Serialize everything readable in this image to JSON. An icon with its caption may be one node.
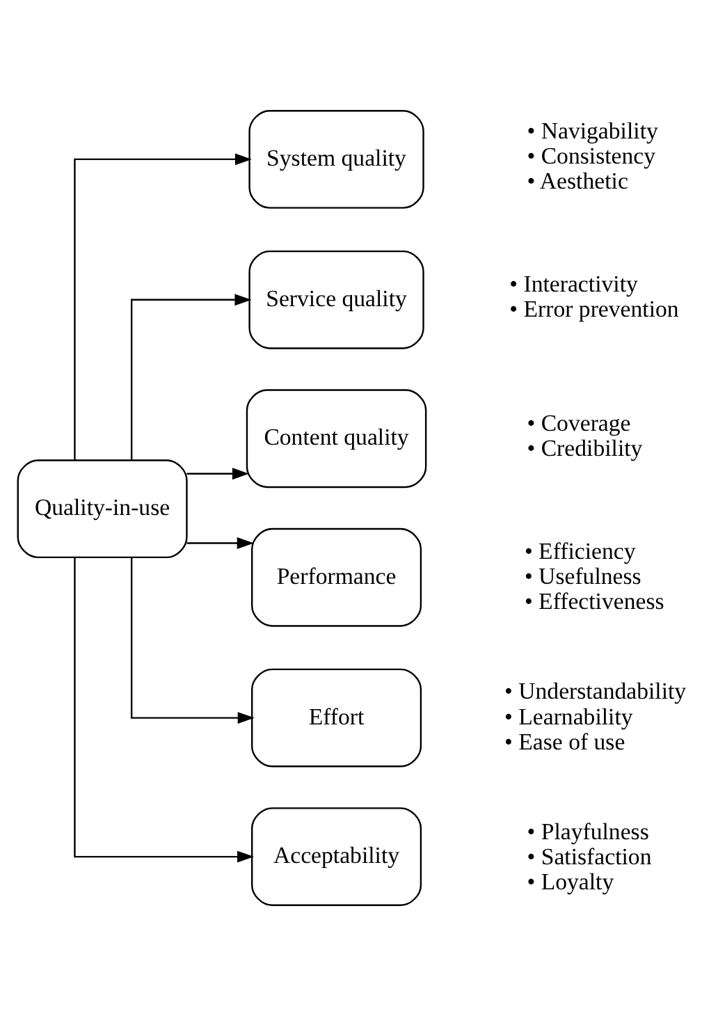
{
  "diagram": {
    "nodes": [
      {
        "text": [
          "Quality-in-use"
        ]
      },
      {
        "text": [
          "System quality"
        ],
        "beside": [
          "• Navigability",
          "• Consistency",
          "• Aesthetic"
        ]
      },
      {
        "text": [
          "Service quality"
        ],
        "beside": [
          "• Interactivity",
          "• Error prevention"
        ]
      },
      {
        "text": [
          "Content quality"
        ],
        "beside": [
          "• Coverage",
          "• Credibility"
        ]
      },
      {
        "text": [
          "Performance"
        ],
        "beside": [
          "• Efficiency",
          "• Usefulness",
          "• Effectiveness"
        ]
      },
      {
        "text": [
          "Effort"
        ],
        "beside": [
          "• Understandability",
          "• Learnability",
          "• Ease of use"
        ]
      },
      {
        "text": [
          "Acceptability"
        ],
        "beside": [
          "• Playfulness",
          "• Satisfaction",
          "• Loyalty"
        ]
      }
    ],
    "edges": [
      {
        "from": 0,
        "to": 1,
        "arrow": "to"
      },
      {
        "from": 0,
        "to": 2,
        "arrow": "to"
      },
      {
        "from": 0,
        "to": 3,
        "arrow": "to"
      },
      {
        "from": 0,
        "to": 4,
        "arrow": "to"
      },
      {
        "from": 0,
        "to": 5,
        "arrow": "to"
      },
      {
        "from": 0,
        "to": 6,
        "arrow": "to"
      }
    ]
  }
}
